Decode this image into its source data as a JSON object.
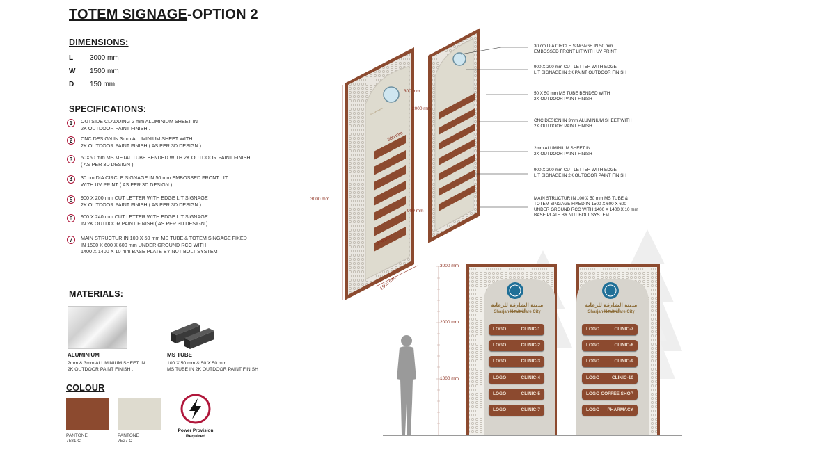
{
  "title": {
    "part1": "TOTEM SIGNAGE",
    "part2": "-OPTION 2"
  },
  "dimensions": {
    "heading": "DIMENSIONS:",
    "rows": [
      {
        "key": "L",
        "value": "3000 mm"
      },
      {
        "key": "W",
        "value": "1500 mm"
      },
      {
        "key": "D",
        "value": "150 mm"
      }
    ]
  },
  "specifications": {
    "heading": "SPECIFICATIONS:",
    "items": [
      {
        "n": "1",
        "line1": "OUTSIDE CLADDING 2 mm ALUMINIUM SHEET IN",
        "line2": "2K OUTDOOR PAINT FINISH ."
      },
      {
        "n": "2",
        "line1": "CNC DESIGN IN 3mm ALUMINIUM SHEET WITH",
        "line2": "2K OUTDOOR PAINT FINISH ( AS PER 3D DESIGN )"
      },
      {
        "n": "3",
        "line1": "50X50 mm MS METAL TUBE BENDED WITH 2K OUTDOOR PAINT FINISH",
        "line2": "( AS PER 3D DESIGN )"
      },
      {
        "n": "4",
        "line1": "30 cm DIA CIRCLE SIGNAGE IN 50 mm EMBOSSED FRONT LIT",
        "line2": "WITH UV PRINT ( AS PER 3D DESIGN )"
      },
      {
        "n": "5",
        "line1": "900 X 200 mm CUT LETTER WITH EDGE LIT SIGNAGE",
        "line2": "2K OUTDOOR PAINT FINISH ( AS PER 3D DESIGN )"
      },
      {
        "n": "6",
        "line1": "900 X 240 mm CUT LETTER WITH EDGE LIT SIGNAGE",
        "line2": "IN 2K OUTDOOR PAINT FINISH ( AS PER 3D DESIGN )"
      },
      {
        "n": "7",
        "line1": "MAIN STRUCTUR IN 100 X 50 mm MS TUBE &  TOTEM SINGAGE FIXED",
        "line2": "IN 1500 X 600 X 600 mm UNDER GROUND RCC WITH",
        "line3": "1400 X 1400 X 10  mm BASE PLATE BY NUT BOLT SYSTEM"
      }
    ]
  },
  "materials": {
    "heading": "MATERIALS:",
    "aluminium": {
      "name": "ALUMINIUM",
      "desc1": "2mm & 3mm ALUMINIUM SHEET IN",
      "desc2": "2K OUTDOOR PAINT FINISH ."
    },
    "ms_tube": {
      "name": "MS TUBE",
      "desc1": "100 X 50 mm & 50 X 50 mm",
      "desc2": "MS TUBE IN 2K OUTDOOR PAINT FINISH"
    }
  },
  "colour": {
    "heading": "COLOUR",
    "swatches": [
      {
        "label1": "PANTONE",
        "label2": "7581 C",
        "hex": "#8c4a2f"
      },
      {
        "label1": "PANTONE",
        "label2": "7527 C",
        "hex": "#dedbcf"
      }
    ],
    "power": {
      "line1": "Power Provision",
      "line2": "Required"
    }
  },
  "callouts": [
    {
      "line1": "30 cm DIA CIRCLE SINGAGE IN 50 mm",
      "line2": "EMBOSSED FRONT LIT WITH UV PRINT"
    },
    {
      "line1": "900 X 200 mm CUT LETTER WITH EDGE",
      "line2": "LIT SIGNAGE IN 2K PAINT OUTDOOR FINISH"
    },
    {
      "line1": "50 X 50 mm MS TUBE BENDED WITH",
      "line2": "2K OUTDOOR PAINT FINISH"
    },
    {
      "line1": "CNC DESIGN IN 3mm ALUMINIUM SHEET WITH",
      "line2": "2K OUTDOOR PAINT FINISH"
    },
    {
      "line1": "2mm ALUMINIUM SHEET IN",
      "line2": "2K OUTDOOR PAINT FINISH"
    },
    {
      "line1": "900 X 200 mm CUT LETTER WITH EDGE",
      "line2": "LIT SIGNAGE IN 2K OUTDOOR PAINT FINISH"
    },
    {
      "line1": "MAIN STRUCTUR IN 100 X 50 mm MS TUBE &",
      "line2": "TOTEM SINGAGE FIXED IN 1500 X 600 X 600",
      "line3": "UNDER GROUND RCC WITH 1400 X 1400 X 10 mm",
      "line4": "BASE PLATE BY NUT BOLT SYSTEM"
    }
  ],
  "iso_dims": {
    "d300": "300 mm",
    "d2000": "2000 mm",
    "d500": "500 mm",
    "d900a": "900 mm",
    "d900b": "900 mm",
    "d3000": "3000 mm",
    "d1500": "1500 mm"
  },
  "elevation": {
    "scale": {
      "top": "3000 mm",
      "mid": "2000 mm",
      "low": "1000 mm"
    },
    "left_panel": {
      "logo": "LOGO",
      "rows": [
        "CLINIC-1",
        "CLINIC-2",
        "CLINIC-3",
        "CLINIC-4",
        "CLINIC-5",
        "CLINIC-7"
      ]
    },
    "right_panel": {
      "logo": "LOGO",
      "rows": [
        "CLINIC-7",
        "CLINIC-8",
        "CLINIC-9",
        "CLINIC-10",
        "COFFEE SHOP",
        "PHARMACY"
      ]
    },
    "brand": {
      "arabic": "مدينة الشارقة للرعاية الصحية",
      "english": "Sharjah Healthcare City"
    }
  },
  "colors": {
    "brown": "#8c4a2f",
    "panel": "#dedbcf",
    "accent": "#b0173b"
  }
}
